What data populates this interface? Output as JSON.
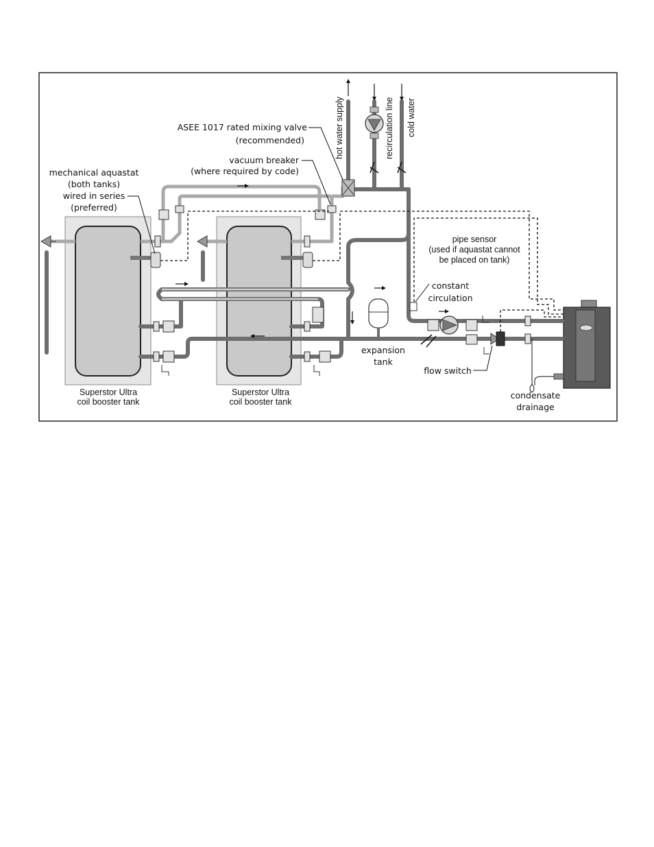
{
  "diagram": {
    "labels": {
      "mixing_valve": "ASEE 1017 rated mixing valve",
      "mixing_valve_note": "(recommended)",
      "vacuum_breaker": "vacuum breaker",
      "vacuum_breaker_note": "(where required by code)",
      "aquastat_line1": "mechanical aquastat",
      "aquastat_line2": "(both tanks)",
      "aquastat_line3": "wired in series",
      "aquastat_line4": "(preferred)",
      "hot_water_supply": "hot water supply",
      "recirculation_line": "recirculation line",
      "cold_water": "cold water",
      "pipe_sensor_line1": "pipe sensor",
      "pipe_sensor_line2": "(used if aquastat cannot",
      "pipe_sensor_line3": "be placed on tank)",
      "constant_line1": "constant",
      "constant_line2": "circulation",
      "expansion_line1": "expansion",
      "expansion_line2": "tank",
      "flow_switch": "flow switch",
      "condensate_line1": "condensate",
      "condensate_line2": "drainage",
      "tank1_line1": "Superstor Ultra",
      "tank1_line2": "coil booster tank",
      "tank2_line1": "Superstor Ultra",
      "tank2_line2": "coil booster tank"
    },
    "colors": {
      "pipe": "#6e6e6e",
      "tank_jacket": "#e6e6e6",
      "tank_inner": "#c9c9c9",
      "boiler": "#5a5a5a",
      "frame": "#000000"
    }
  }
}
